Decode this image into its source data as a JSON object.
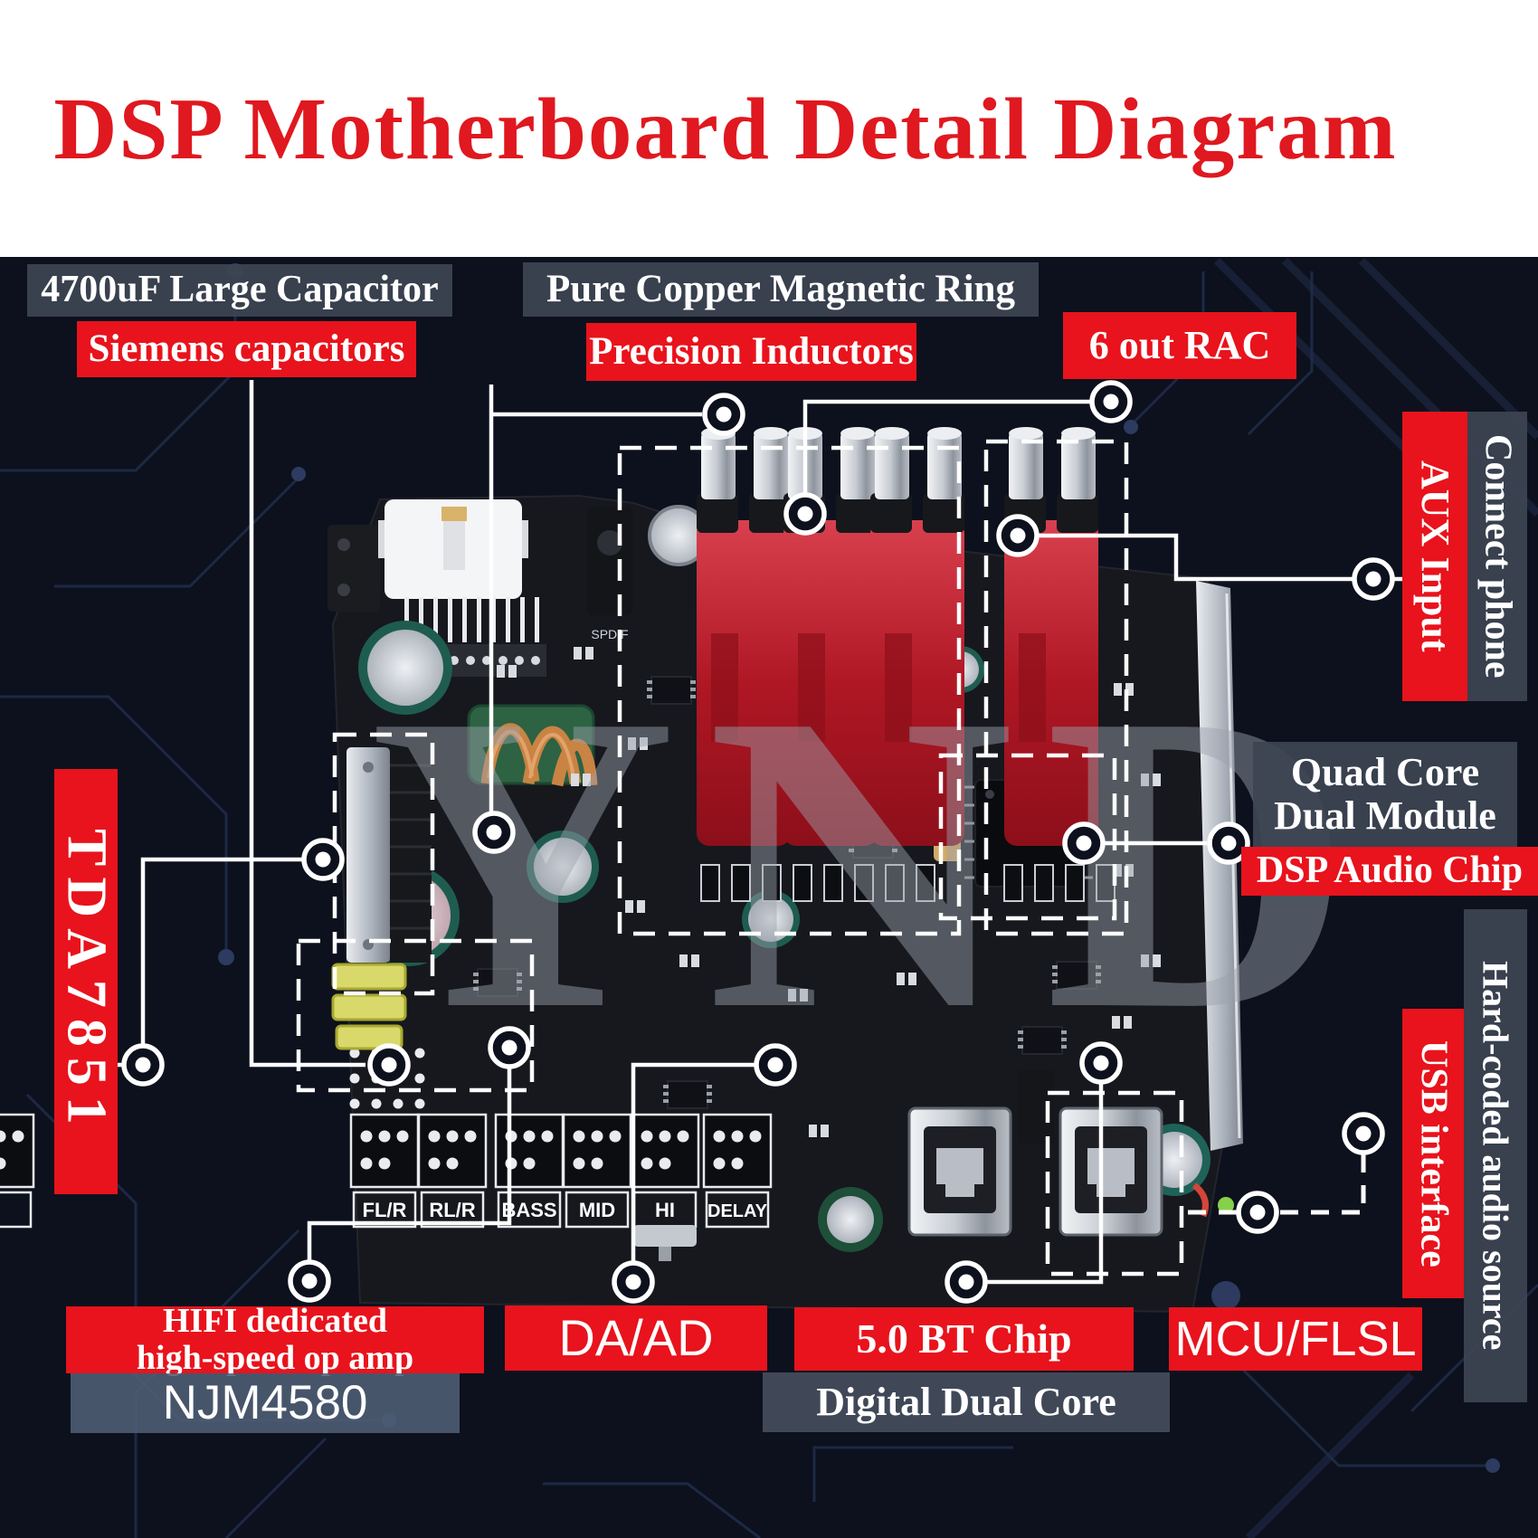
{
  "title": "DSP Motherboard Detail Diagram",
  "labels": {
    "cap4700": "4700uF Large Capacitor",
    "siemens": "Siemens capacitors",
    "pure_copper": "Pure Copper Magnetic Ring",
    "precision": "Precision Inductors",
    "six_out_rac": "6 out RAC",
    "connect_phone": "Connect phone",
    "aux_input": "AUX Input",
    "quad_core_line1": "Quad Core",
    "quad_core_line2": "Dual Module",
    "dsp_audio_chip": "DSP Audio Chip",
    "hard_coded": "Hard-coded audio source",
    "usb_interface": "USB interface",
    "tda7851": "TDA7851",
    "hifi_line1": "HIFI dedicated",
    "hifi_line2": "high-speed op amp",
    "njm4580": "NJM4580",
    "da_ad": "DA/AD",
    "bt_chip": "5.0 BT Chip",
    "digital_dual_core": "Digital Dual Core",
    "mcu_flsl": "MCU/FLSL"
  },
  "board": {
    "watermark": "YND",
    "spdif": "SPDIF",
    "silkscreen": [
      "FL/R",
      "RL/R",
      "BASS",
      "MID",
      "HI",
      "DELAY"
    ]
  },
  "colors": {
    "title_red": "#e0181f",
    "accent_red": "#e8131c",
    "dark_label": "#3d4452",
    "steel_label": "#505e76",
    "background": "#0c111d",
    "rca_red": "#b01724",
    "callout_white": "#ffffff"
  }
}
